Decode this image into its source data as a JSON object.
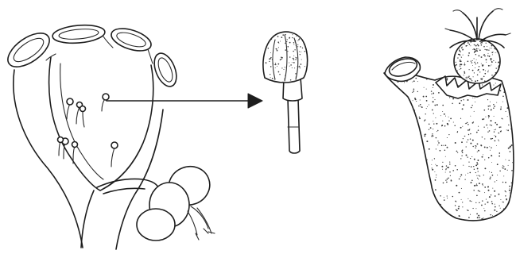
{
  "figure": {
    "panels": [
      {
        "name": "flower-longitudinal-section"
      },
      {
        "name": "enlarged-stamen"
      },
      {
        "name": "fruit-with-persistent-calyx"
      }
    ],
    "colors": {
      "background": "#ffffff",
      "ink": "#1e1e1e"
    }
  }
}
